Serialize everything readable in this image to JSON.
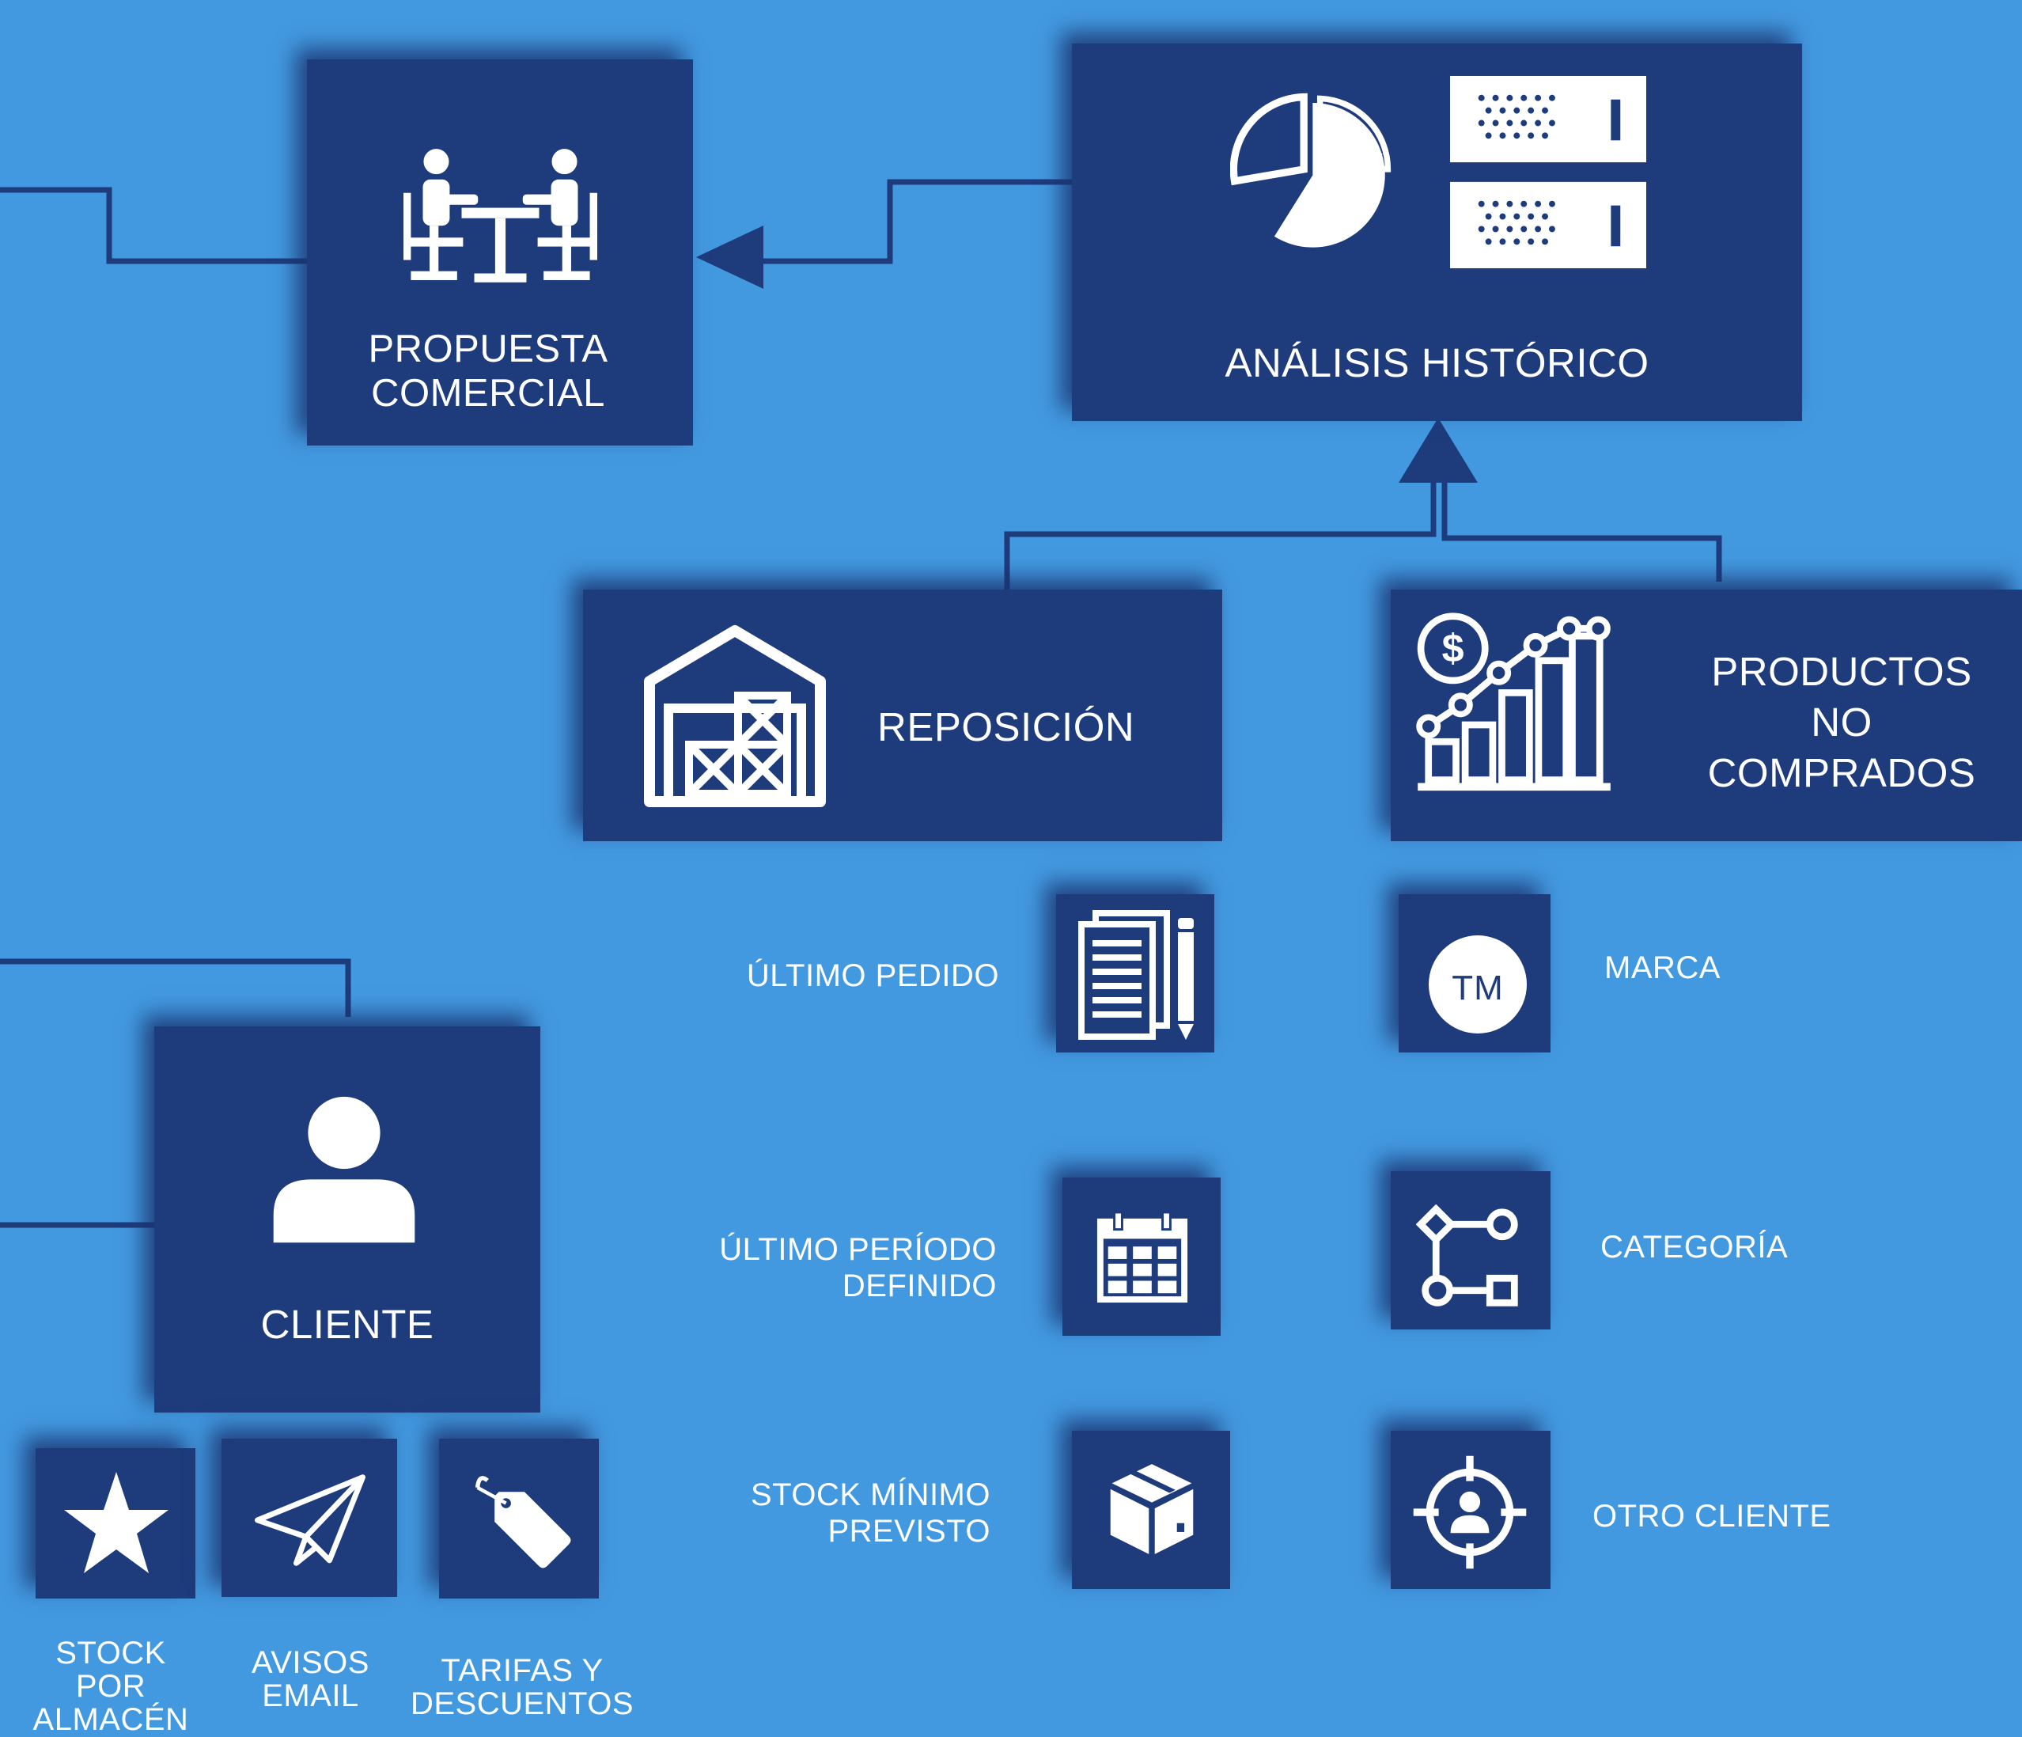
{
  "colors": {
    "background": "#4399e0",
    "box": "#1e3b7c",
    "line": "#1e3b7c",
    "icon": "#ffffff"
  },
  "nodes": {
    "propuesta": {
      "line1": "PROPUESTA",
      "line2": "COMERCIAL",
      "icon": "meeting-icon"
    },
    "analisis": {
      "label": "ANÁLISIS HISTÓRICO",
      "icon": "pie-chart-icon"
    },
    "reposicion": {
      "label": "REPOSICIÓN",
      "icon": "warehouse-icon"
    },
    "productos": {
      "line1": "PRODUCTOS",
      "line2": "NO",
      "line3": "COMPRADOS",
      "icon": "growth-chart-icon"
    },
    "cliente": {
      "label": "CLIENTE",
      "icon": "user-icon"
    }
  },
  "reposicion_options": [
    {
      "line1": "ÚLTIMO PEDIDO",
      "line2": "",
      "icon": "document-icon"
    },
    {
      "line1": "ÚLTIMO PERÍODO",
      "line2": "DEFINIDO",
      "icon": "calendar-icon"
    },
    {
      "line1": "STOCK MÍNIMO",
      "line2": "PREVISTO",
      "icon": "box-icon"
    }
  ],
  "productos_options": [
    {
      "label": "MARCA",
      "icon": "trademark-icon",
      "icon_text": "TM"
    },
    {
      "label": "CATEGORÍA",
      "icon": "category-tree-icon"
    },
    {
      "label": "OTRO CLIENTE",
      "icon": "target-user-icon"
    }
  ],
  "cliente_features": [
    {
      "line1": "STOCK",
      "line2": "POR",
      "line3": "ALMACÉN",
      "icon": "star-icon"
    },
    {
      "line1": "AVISOS",
      "line2": "EMAIL",
      "icon": "paper-plane-icon"
    },
    {
      "line1": "TARIFAS Y",
      "line2": "DESCUENTOS",
      "icon": "tag-icon"
    }
  ]
}
